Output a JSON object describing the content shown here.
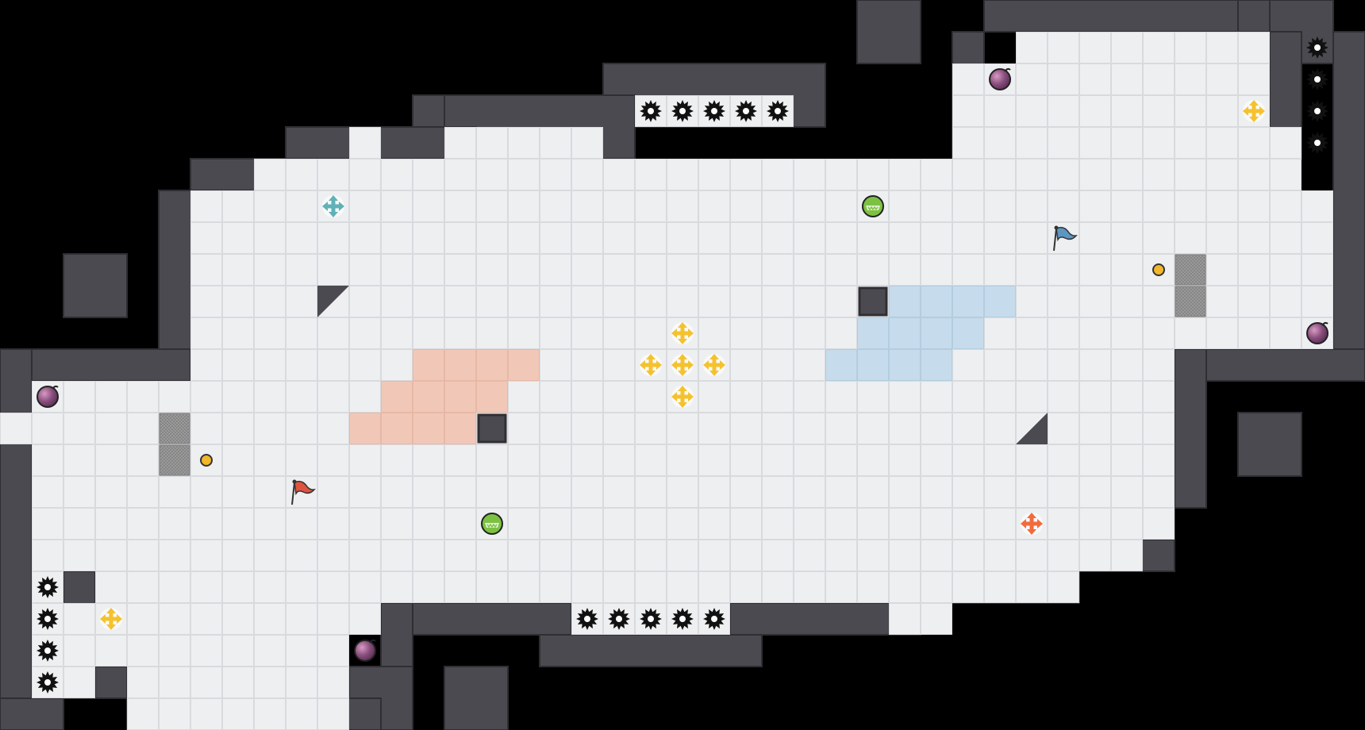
{
  "game": {
    "type": "top-down capture-the-flag arena map",
    "grid": true
  },
  "colors": {
    "background": "#000000",
    "floor": "#eeeff1",
    "floor_grid": "#d9dade",
    "wall": "#4a4a50",
    "wall_edge": "#2e2e33",
    "red_zone": "#f1c8b8",
    "blue_zone": "#c6dbeb",
    "red_flag": "#e0533f",
    "blue_flag": "#5b97c2",
    "boost_yellow": "#f5c22e",
    "boost_red": "#f26b3d",
    "boost_teal": "#5fb2b7",
    "bomb": "#8a4f7d",
    "powerup": "#7dc142",
    "spike": "#111111",
    "gate": "#8c8c8c"
  },
  "entities": {
    "flags": [
      {
        "team": "red",
        "icon": "red-flag-icon"
      },
      {
        "team": "blue",
        "icon": "blue-flag-icon"
      }
    ],
    "boosts": [
      {
        "team": "neutral",
        "icon": "yellow-boost-icon"
      },
      {
        "team": "red",
        "icon": "red-boost-icon"
      },
      {
        "team": "blue",
        "icon": "teal-boost-icon"
      }
    ],
    "bombs_icon": "bomb-icon",
    "powerup_icon": "powerup-icon",
    "spike_icon": "spike-icon",
    "button_icon": "button-icon",
    "gate_icon": "gate-icon"
  }
}
